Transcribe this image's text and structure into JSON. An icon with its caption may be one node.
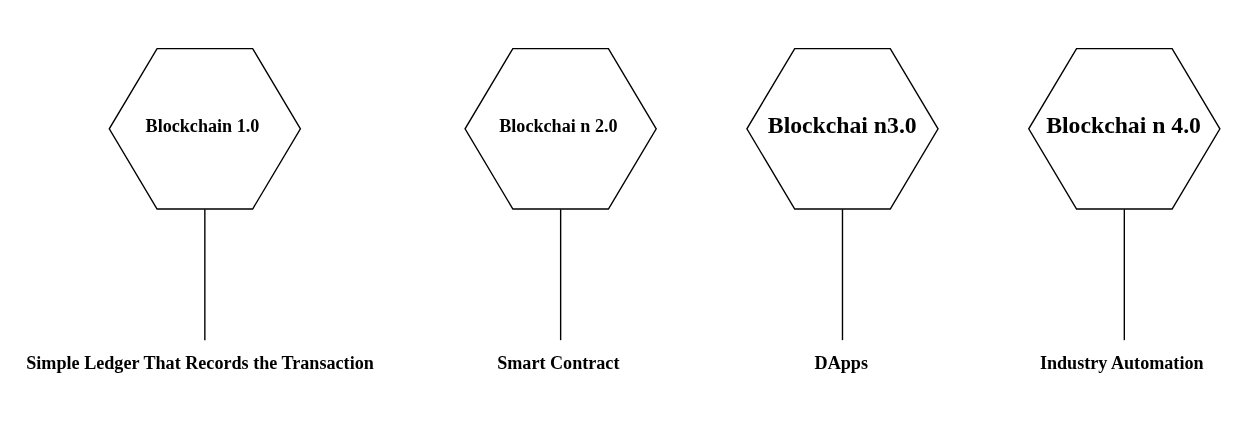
{
  "diagram": {
    "nodes": [
      {
        "text": [
          "Blockchain 1.0"
        ]
      },
      {
        "text": [
          "Blockchai n 2.0"
        ]
      },
      {
        "text": [
          "Blockchai n3.0"
        ]
      },
      {
        "text": [
          "Blockchai n 4.0"
        ]
      },
      {
        "text": [
          "Simple Ledger That Records the Transaction"
        ]
      },
      {
        "text": [
          "Smart Contract"
        ]
      },
      {
        "text": [
          "DApps"
        ]
      },
      {
        "text": [
          "Industry Automation"
        ]
      }
    ],
    "edges": [
      {
        "from": 0,
        "to": 4,
        "arrow": "none"
      },
      {
        "from": 1,
        "to": 5,
        "arrow": "none"
      },
      {
        "from": 2,
        "to": 6,
        "arrow": "none"
      },
      {
        "from": 3,
        "to": 7,
        "arrow": "none"
      }
    ]
  }
}
